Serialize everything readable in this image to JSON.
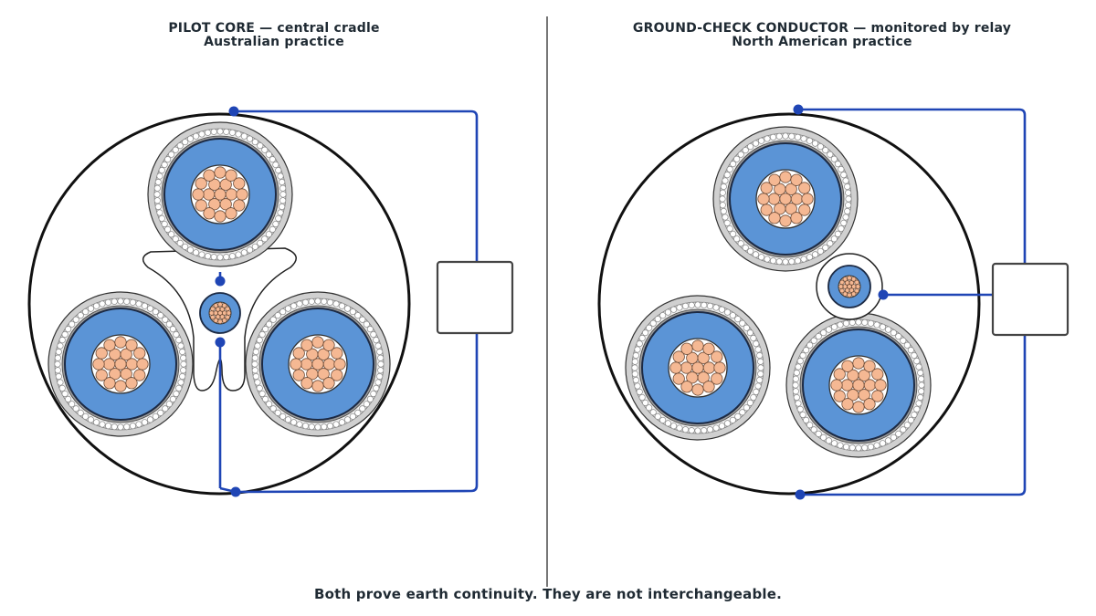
{
  "left_panel": {
    "title": "PILOT CORE — central cradle",
    "subtitle": "Australian practice"
  },
  "right_panel": {
    "title": "GROUND-CHECK CONDUCTOR — monitored by relay",
    "subtitle": "North American practice"
  },
  "caption": "Both prove earth continuity. They are not interchangeable.",
  "colors": {
    "insulation": "#5b94d6",
    "conductor": "#f5b893",
    "wire": "#1f45b5",
    "sheath": "#111111"
  }
}
